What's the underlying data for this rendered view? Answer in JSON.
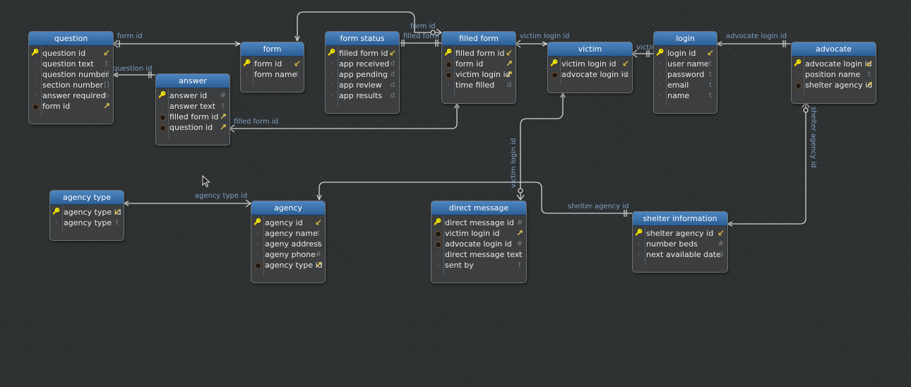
{
  "tables": {
    "question": {
      "title": "question",
      "rows": [
        {
          "name": "question id",
          "key": "pk",
          "type": "fk-ref"
        },
        {
          "name": "question text",
          "key": "dot",
          "type": "t"
        },
        {
          "name": "question number",
          "key": "dot",
          "type": "[]"
        },
        {
          "name": "section number",
          "key": "dot",
          "type": "[]"
        },
        {
          "name": "answer required",
          "key": "dot",
          "type": "b"
        },
        {
          "name": "form id",
          "key": "fk",
          "type": "fk-ref"
        }
      ]
    },
    "form": {
      "title": "form",
      "rows": [
        {
          "name": "form id",
          "key": "pk",
          "type": "fk-ref"
        },
        {
          "name": "form name",
          "key": "dot",
          "type": "t"
        }
      ]
    },
    "answer": {
      "title": "answer",
      "rows": [
        {
          "name": "answer id",
          "key": "pk",
          "type": "#"
        },
        {
          "name": "answer text",
          "key": "dot",
          "type": "t"
        },
        {
          "name": "filled form id",
          "key": "fk",
          "type": "fk-ref"
        },
        {
          "name": "question id",
          "key": "fk",
          "type": "fk-ref"
        }
      ]
    },
    "form_status": {
      "title": "form status",
      "rows": [
        {
          "name": "filled form id",
          "key": "pk",
          "type": "fk-ref"
        },
        {
          "name": "app received",
          "key": "dot",
          "type": "d"
        },
        {
          "name": "app pending",
          "key": "dot",
          "type": "d"
        },
        {
          "name": "app review",
          "key": "dot",
          "type": "d"
        },
        {
          "name": "app results",
          "key": "dot",
          "type": "d"
        }
      ]
    },
    "filled_form": {
      "title": "filled form",
      "rows": [
        {
          "name": "filled form id",
          "key": "pk",
          "type": "fk-ref"
        },
        {
          "name": "form id",
          "key": "fk",
          "type": "fk-ref"
        },
        {
          "name": "victim login id",
          "key": "fk",
          "type": "fk-ref"
        },
        {
          "name": "time filled",
          "key": "dot",
          "type": "d"
        }
      ]
    },
    "victim": {
      "title": "victim",
      "rows": [
        {
          "name": "victim login id",
          "key": "pk",
          "type": "fk-ref"
        },
        {
          "name": "advocate login id",
          "key": "fk",
          "type": "#"
        }
      ]
    },
    "login": {
      "title": "login",
      "rows": [
        {
          "name": "login id",
          "key": "pk",
          "type": "fk-ref"
        },
        {
          "name": "user name",
          "key": "dot",
          "type": "t"
        },
        {
          "name": " password",
          "key": "dot",
          "type": "t"
        },
        {
          "name": "email",
          "key": "dot",
          "type": "t"
        },
        {
          "name": "name",
          "key": "dot",
          "type": "t"
        }
      ]
    },
    "advocate": {
      "title": "advocate",
      "rows": [
        {
          "name": "advocate login id",
          "key": "pk",
          "type": "fk-ref"
        },
        {
          "name": "position name",
          "key": "dot",
          "type": "t"
        },
        {
          "name": "shelter agency id",
          "key": "fk",
          "type": "fk-ref"
        }
      ]
    },
    "agency_type": {
      "title": "agency type",
      "rows": [
        {
          "name": "agency type id",
          "key": "pk",
          "type": "fk-ref"
        },
        {
          "name": "agency type",
          "key": "dot",
          "type": "t"
        }
      ]
    },
    "agency": {
      "title": "agency",
      "rows": [
        {
          "name": "agency id",
          "key": "pk",
          "type": "fk-ref"
        },
        {
          "name": "agency name",
          "key": "dot",
          "type": "t"
        },
        {
          "name": "ageny address",
          "key": "dot",
          "type": "t"
        },
        {
          "name": "ageny phone",
          "key": "dot",
          "type": "#"
        },
        {
          "name": "agency type id",
          "key": "fk",
          "type": "fk-ref"
        }
      ]
    },
    "direct_message": {
      "title": "direct message",
      "rows": [
        {
          "name": "direct message id",
          "key": "pk",
          "type": "#"
        },
        {
          "name": "victim login id",
          "key": "fk",
          "type": "fk-ref"
        },
        {
          "name": "advocate login id",
          "key": "fk",
          "type": "#"
        },
        {
          "name": "direct message text",
          "key": "dot",
          "type": "t"
        },
        {
          "name": "sent by",
          "key": "dot",
          "type": "t"
        }
      ]
    },
    "shelter_information": {
      "title": "shelter information",
      "rows": [
        {
          "name": "shelter agency id",
          "key": "pk",
          "type": "fk-ref"
        },
        {
          "name": "number beds",
          "key": "dot",
          "type": "#"
        },
        {
          "name": "next available date",
          "key": "dot",
          "type": "d"
        }
      ]
    }
  },
  "relationships": {
    "r_question_form": "form id",
    "r_answer_question": "question id",
    "r_form_filled_top": "form id",
    "r_statusfilled": "filled form",
    "r_filled_victim": "victim login id",
    "r_victim_login": "victim",
    "r_login_advocate": "advocate login id",
    "r_answer_filled": "filled form id",
    "r_agency_type": "agency type id",
    "r_dm_victim": "victim login id",
    "r_shelter": "shelter agency id",
    "r_advocate_shelter": "shelter agency id"
  },
  "colors": {
    "header_top": "#4d86c2",
    "header_bottom": "#2d5f95",
    "link_line": "#d4d4d4",
    "link_label": "#7f9fc2",
    "primary_key": "#ecc12a"
  },
  "icons": {
    "primary_key": "key-icon",
    "foreign_key": "foreign-key-icon",
    "reference": "reference-arrow-icon",
    "cursor": "mouse-pointer-icon"
  }
}
